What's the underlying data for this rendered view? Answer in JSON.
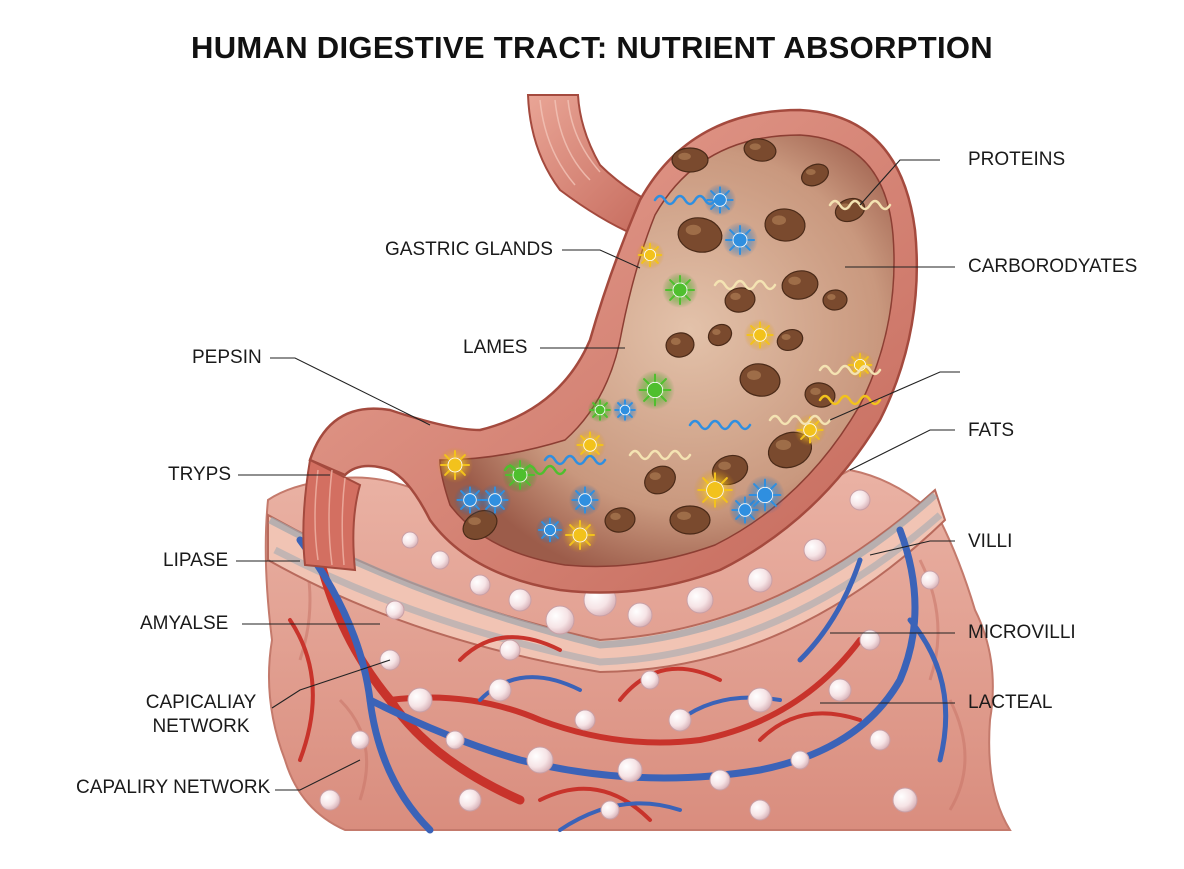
{
  "title": "HUMAN DIGESTIVE TRACT: NUTRIENT ABSORPTION",
  "labels_left": {
    "gastric_glands": "GASTRIC GLANDS",
    "lames": "LAMES",
    "pepsin": "PEPSIN",
    "tryps": "TRYPS",
    "lipase": "LIPASE",
    "amyalse": "AMYALSE",
    "capicaliay_line1": "CAPICALIAY",
    "capicaliay_line2": "NETWORK",
    "capaliry_network": "CAPALIRY NETWORK"
  },
  "labels_right": {
    "proteins": "PROTEINS",
    "carbohydrates": "CARBORODYATES",
    "fats": "FATS",
    "villi": "VILLI",
    "microvilli": "MICROVILLI",
    "lacteal": "LACTEAL"
  },
  "colors": {
    "tissue": "#e7a79a",
    "tissue_dark": "#b8574a",
    "stomach_interior": "#c9987e",
    "artery": "#c8332b",
    "vein": "#3b63b8",
    "leader_line": "#222222",
    "enzyme_blue": "#2f8fe0",
    "enzyme_yellow": "#f2c21c",
    "enzyme_green": "#4fbf2e",
    "protein_chunk": "#7a4a2e"
  }
}
